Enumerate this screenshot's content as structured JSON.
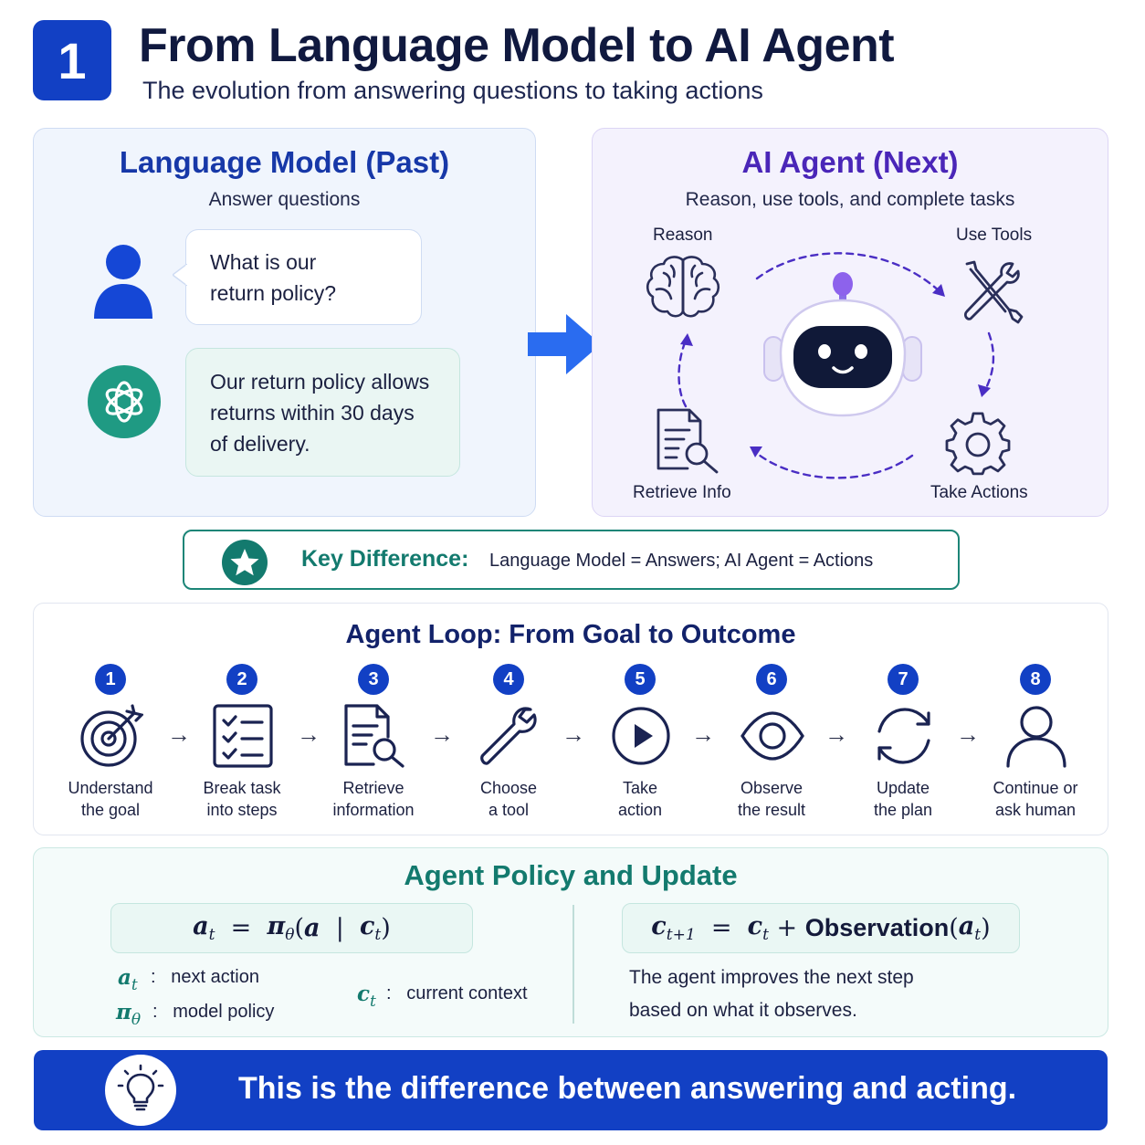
{
  "header": {
    "number": "1",
    "title": "From Language Model to AI Agent",
    "subtitle": "The evolution from answering questions to taking actions"
  },
  "language_model": {
    "title": "Language Model (Past)",
    "subtitle": "Answer questions",
    "question_lines": [
      "What is our",
      "return policy?"
    ],
    "answer_lines": [
      "Our return policy allows",
      "returns within 30 days",
      "of delivery."
    ]
  },
  "agent": {
    "title": "AI Agent (Next)",
    "subtitle": "Reason, use tools, and complete tasks",
    "nodes": {
      "reason": "Reason",
      "use_tools": "Use Tools",
      "retrieve_info": "Retrieve Info",
      "take_actions": "Take Actions"
    }
  },
  "key_difference": {
    "title": "Key Difference:",
    "text": "Language Model = Answers;  AI Agent = Actions"
  },
  "agent_loop": {
    "title": "Agent Loop: From Goal to Outcome",
    "steps": [
      {
        "num": "1",
        "line1": "Understand",
        "line2": "the goal",
        "icon": "target-icon"
      },
      {
        "num": "2",
        "line1": "Break task",
        "line2": "into steps",
        "icon": "checklist-icon"
      },
      {
        "num": "3",
        "line1": "Retrieve",
        "line2": "information",
        "icon": "document-search-icon"
      },
      {
        "num": "4",
        "line1": "Choose",
        "line2": "a tool",
        "icon": "wrench-icon"
      },
      {
        "num": "5",
        "line1": "Take",
        "line2": "action",
        "icon": "play-icon"
      },
      {
        "num": "6",
        "line1": "Observe",
        "line2": "the result",
        "icon": "eye-icon"
      },
      {
        "num": "7",
        "line1": "Update",
        "line2": "the plan",
        "icon": "refresh-icon"
      },
      {
        "num": "8",
        "line1": "Continue or",
        "line2": "ask human",
        "icon": "person-icon"
      }
    ]
  },
  "policy": {
    "title": "Agent Policy and Update",
    "legend": [
      {
        "symbol": "a",
        "sub": "t",
        "text": "next action"
      },
      {
        "symbol": "π",
        "sub": "θ",
        "text": "model policy"
      },
      {
        "symbol": "c",
        "sub": "t",
        "text": "current context"
      }
    ],
    "observation_word": "Observation",
    "note_lines": [
      "The agent improves the next step",
      "based on what it observes."
    ]
  },
  "banner": {
    "text": "This is the difference between answering and acting."
  },
  "colors": {
    "primary_blue": "#1240c4",
    "teal": "#137a6e",
    "purple": "#5b2fc9",
    "navy": "#10193f"
  }
}
